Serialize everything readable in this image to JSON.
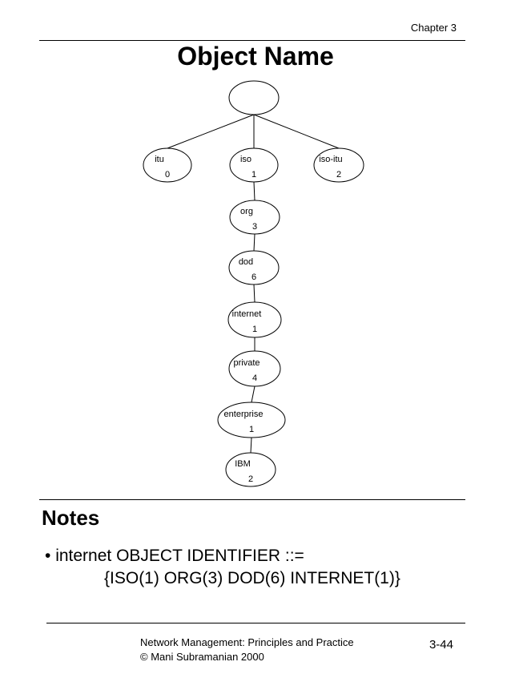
{
  "header": {
    "chapter": "Chapter 3"
  },
  "title": "Object Name",
  "tree": {
    "nodes": [
      {
        "id": "root",
        "name": "",
        "number": ""
      },
      {
        "id": "itu",
        "name": "itu",
        "number": "0"
      },
      {
        "id": "iso",
        "name": "iso",
        "number": "1"
      },
      {
        "id": "iso-itu",
        "name": "iso-itu",
        "number": "2"
      },
      {
        "id": "org",
        "name": "org",
        "number": "3"
      },
      {
        "id": "dod",
        "name": "dod",
        "number": "6"
      },
      {
        "id": "internet",
        "name": "internet",
        "number": "1"
      },
      {
        "id": "private",
        "name": "private",
        "number": "4"
      },
      {
        "id": "enterprise",
        "name": "enterprise",
        "number": "1"
      },
      {
        "id": "ibm",
        "name": "IBM",
        "number": "2"
      }
    ],
    "edges": [
      [
        "root",
        "itu"
      ],
      [
        "root",
        "iso"
      ],
      [
        "root",
        "iso-itu"
      ],
      [
        "iso",
        "org"
      ],
      [
        "org",
        "dod"
      ],
      [
        "dod",
        "internet"
      ],
      [
        "internet",
        "private"
      ],
      [
        "private",
        "enterprise"
      ],
      [
        "enterprise",
        "ibm"
      ]
    ]
  },
  "notes": {
    "heading": "Notes",
    "bullet": "•",
    "line1": "internet OBJECT IDENTIFIER ::=",
    "line2": "{ISO(1) ORG(3) DOD(6) INTERNET(1)}"
  },
  "footer": {
    "line1": "Network Management: Principles and Practice",
    "line2": "©  Mani Subramanian 2000",
    "page_number": "3-44"
  }
}
